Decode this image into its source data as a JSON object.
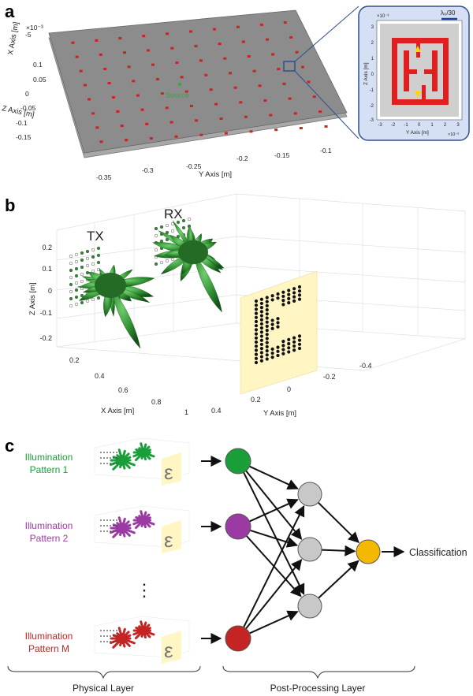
{
  "panel_a": {
    "label": "a",
    "scale_note": "×10⁻³",
    "x_axis_label": "X Axis [m]",
    "z_axis_label": "Z Axis [m]",
    "y_axis_label": "Y Axis [m]",
    "source_label": "Source",
    "z_ticks": [
      "0.1",
      "0.05",
      "0",
      "-0.05",
      "-0.1",
      "-0.15"
    ],
    "y_ticks": [
      "-0.35",
      "-0.3",
      "-0.25",
      "-0.2",
      "-0.15",
      "-0.1"
    ],
    "x_top_tick": "-5",
    "inset": {
      "scale_note": "×10⁻³",
      "wavelength_label": "λ₀/30",
      "z_axis_label": "Z Axis [m]",
      "y_axis_label": "Y Axis [m]",
      "y_ticks": [
        "-3",
        "-2",
        "-1",
        "0",
        "1",
        "2",
        "3"
      ],
      "z_ticks": [
        "3",
        "2",
        "1",
        "0",
        "-1",
        "-2",
        "-3"
      ],
      "y_scale_note": "×10⁻³"
    },
    "colors": {
      "plane": "#8c8c8c",
      "element": "#cc2222",
      "source": "#33aa33",
      "inset_bg": "#d6e0f5",
      "inset_border": "#2f4f8f"
    }
  },
  "panel_b": {
    "label": "b",
    "tx_label": "TX",
    "rx_label": "RX",
    "z_axis_label": "Z Axis [m]",
    "x_axis_label": "X Axis [m]",
    "y_axis_label": "Y Axis [m]",
    "z_ticks": [
      "0.2",
      "0.1",
      "0",
      "-0.1",
      "-0.2"
    ],
    "x_ticks": [
      "0.2",
      "0.4",
      "0.6",
      "0.8",
      "1"
    ],
    "y_ticks": [
      "0.4",
      "0.2",
      "0",
      "-0.2",
      "-0.4"
    ],
    "target_glyph": "ε",
    "colors": {
      "lobes": "#2e8b2e",
      "target_plane": "#fff6c4",
      "dots": "#111111"
    }
  },
  "panel_c": {
    "label": "c",
    "patterns": [
      {
        "line1": "Illumination",
        "line2": "Pattern 1",
        "color": "#1a9e3a"
      },
      {
        "line1": "Illumination",
        "line2": "Pattern 2",
        "color": "#9b3aa3"
      },
      {
        "line1": "Illumination",
        "line2": "Pattern M",
        "color": "#c42424"
      }
    ],
    "ellipsis": "⋮",
    "thumb_glyph": "ε",
    "output_label": "Classification",
    "physical_layer_label": "Physical Layer",
    "post_layer_label": "Post-Processing Layer",
    "node_colors": {
      "hidden": "#c8c8c8",
      "output": "#f5b800"
    }
  }
}
